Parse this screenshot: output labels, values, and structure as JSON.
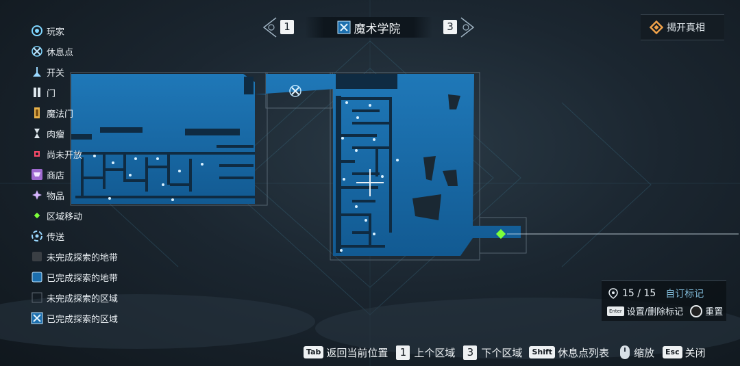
{
  "legend": [
    {
      "label": "玩家",
      "icon": "player-icon"
    },
    {
      "label": "休息点",
      "icon": "rest-point-icon"
    },
    {
      "label": "开关",
      "icon": "switch-icon"
    },
    {
      "label": "门",
      "icon": "door-icon"
    },
    {
      "label": "魔法门",
      "icon": "magic-door-icon"
    },
    {
      "label": "肉瘤",
      "icon": "tumor-icon"
    },
    {
      "label": "尚未开放",
      "icon": "not-open-icon"
    },
    {
      "label": "商店",
      "icon": "shop-icon"
    },
    {
      "label": "物品",
      "icon": "item-icon"
    },
    {
      "label": "区域移动",
      "icon": "area-move-icon"
    },
    {
      "label": "传送",
      "icon": "teleport-icon"
    },
    {
      "label": "未完成探索的地带",
      "icon": "unexplored-zone-icon"
    },
    {
      "label": "已完成探索的地带",
      "icon": "explored-zone-icon"
    },
    {
      "label": "未完成探索的区域",
      "icon": "unexplored-area-icon"
    },
    {
      "label": "已完成探索的区域",
      "icon": "explored-area-icon"
    }
  ],
  "header": {
    "prev_key": "1",
    "next_key": "3",
    "area_title": "魔术学院",
    "reveal_label": "揭开真相"
  },
  "markers": {
    "count": "15 / 15",
    "custom_label": "自订标记",
    "set_key": "Enter",
    "set_label": "设置/删除标记",
    "reset_label": "重置"
  },
  "bottom_bar": {
    "tab_key": "Tab",
    "tab_label": "返回当前位置",
    "prev_key": "1",
    "prev_label": "上个区域",
    "next_key": "3",
    "next_label": "下个区域",
    "shift_key": "Shift",
    "shift_label": "休息点列表",
    "zoom_label": "缩放",
    "esc_key": "Esc",
    "esc_label": "关闭"
  },
  "colors": {
    "map_fill": "#1c6fae",
    "map_wall": "#0e2a40",
    "accent_green": "#7cff3a",
    "player_icon": "#7fd6ff"
  }
}
